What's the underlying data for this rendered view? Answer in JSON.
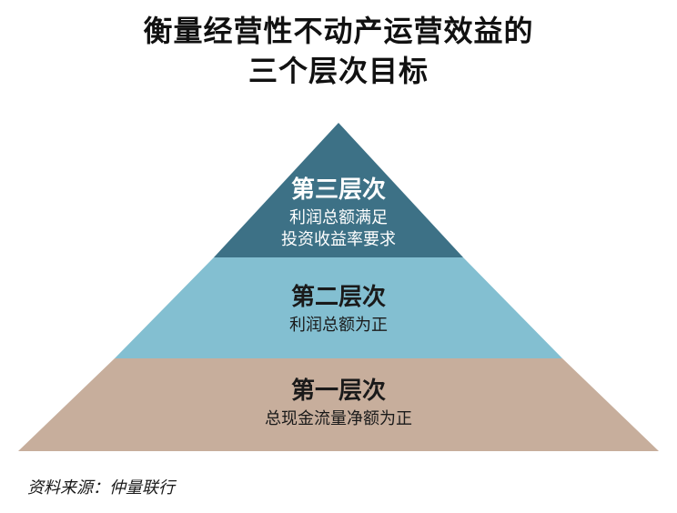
{
  "title": {
    "line1": "衡量经营性不动产运营效益的",
    "line2": "三个层次目标"
  },
  "tiers": [
    {
      "name": "第三层次",
      "desc_lines": [
        "利润总额满足",
        "投资收益率要求"
      ],
      "color": "#3d7186"
    },
    {
      "name": "第二层次",
      "desc_lines": [
        "利润总额为正"
      ],
      "color": "#83bfd1"
    },
    {
      "name": "第一层次",
      "desc_lines": [
        "总现金流量净额为正"
      ],
      "color": "#c7ae9c"
    }
  ],
  "source": "资料来源：仲量联行"
}
